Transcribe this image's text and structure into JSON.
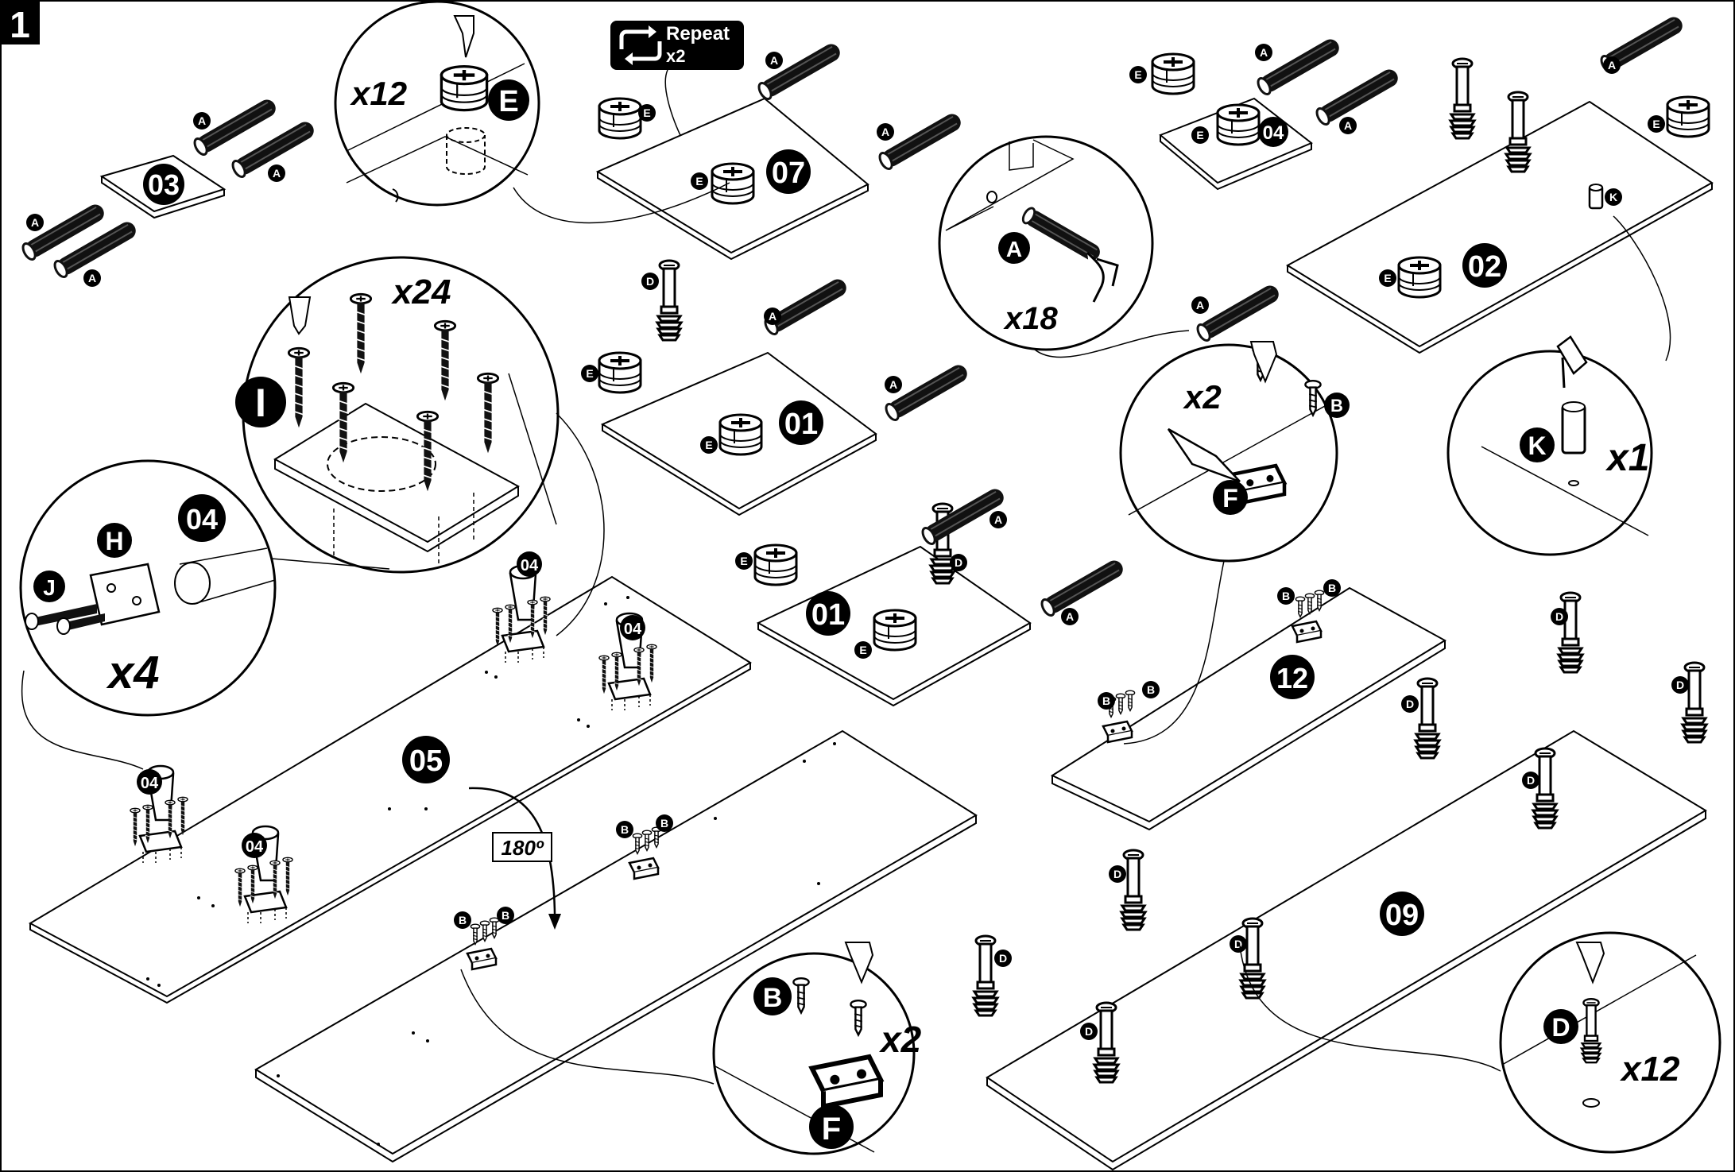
{
  "step": {
    "number": "1"
  },
  "repeat": {
    "title": "Repeat",
    "count": "x2"
  },
  "panels": {
    "p03": "03",
    "p07": "07",
    "p01a": "01",
    "p01b": "01",
    "p02": "02",
    "p04": "04",
    "p05": "05",
    "p12": "12",
    "p09": "09"
  },
  "leg_labels": {
    "leg1": "04",
    "leg2": "04",
    "leg3": "04",
    "leg4": "04"
  },
  "parts": {
    "A": "A",
    "B": "B",
    "D": "D",
    "E": "E",
    "F": "F",
    "H": "H",
    "I": "I",
    "J": "J",
    "K": "K"
  },
  "details": {
    "cam": {
      "qty": "x12",
      "part": "E"
    },
    "screws": {
      "qty": "x24",
      "part": "I"
    },
    "dowel": {
      "qty": "x18",
      "part": "A"
    },
    "hinge_top": {
      "qty": "x2",
      "part_screw": "B",
      "part_hinge": "F"
    },
    "peg": {
      "qty": "x1",
      "part": "K"
    },
    "leg": {
      "qty": "x4",
      "panel": "04",
      "part_plate": "H",
      "part_screw": "J"
    },
    "hinge_bottom": {
      "qty": "x2",
      "part_screw": "B",
      "part_hinge": "F"
    },
    "bolt": {
      "qty": "x12",
      "part": "D"
    }
  },
  "rotation": {
    "label": "180º"
  },
  "colors": {
    "ink": "#000000",
    "paper": "#ffffff"
  }
}
